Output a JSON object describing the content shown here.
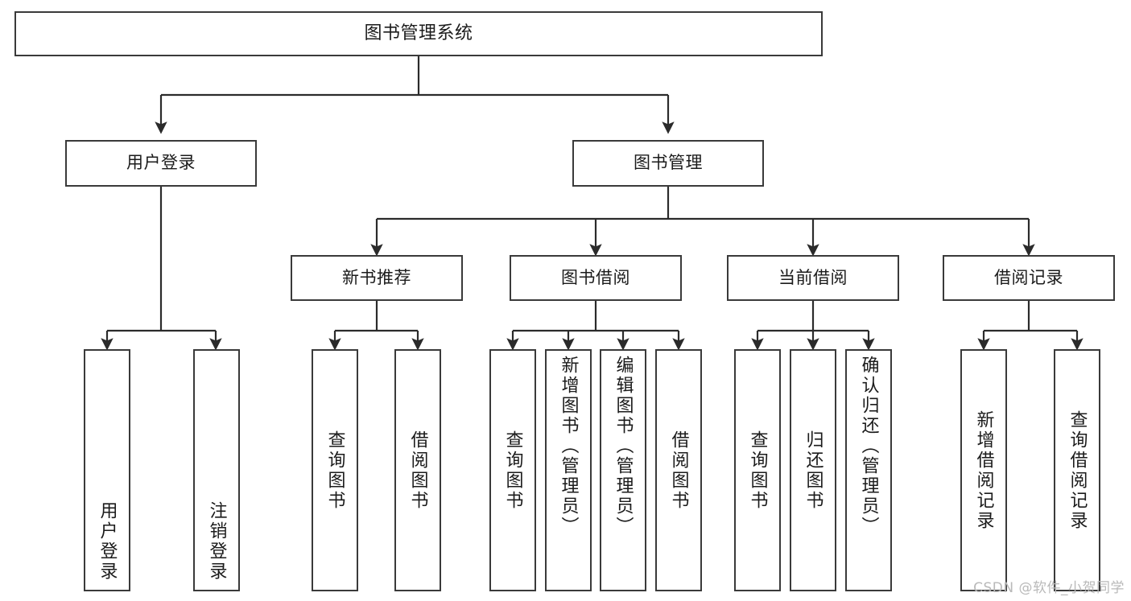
{
  "diagram": {
    "title": "图书管理系统",
    "type": "tree-hierarchy",
    "watermark": "CSDN @软件_小贺同学",
    "colors": {
      "box_border": "#3a3a3a",
      "box_fill": "#ffffff",
      "text": "#1b1b1b",
      "edge": "#2b2b2b",
      "watermark": "#b9b9b9"
    }
  },
  "nodes": {
    "root": {
      "label": "图书管理系统"
    },
    "level2": [
      {
        "label": "用户登录"
      },
      {
        "label": "图书管理"
      }
    ],
    "level3": [
      {
        "label": "新书推荐"
      },
      {
        "label": "图书借阅"
      },
      {
        "label": "当前借阅"
      },
      {
        "label": "借阅记录"
      }
    ],
    "leaves": {
      "user_login": [
        {
          "label": "用户登录"
        },
        {
          "label": "注销登录"
        }
      ],
      "new_book_recommend": [
        {
          "label": "查询图书"
        },
        {
          "label": "借阅图书"
        }
      ],
      "book_borrow": [
        {
          "label": "查询图书"
        },
        {
          "label": "新增图书（管理员）"
        },
        {
          "label": "编辑图书（管理员）"
        },
        {
          "label": "借阅图书"
        }
      ],
      "current_borrow": [
        {
          "label": "查询图书"
        },
        {
          "label": "归还图书"
        },
        {
          "label": "确认归还（管理员）"
        }
      ],
      "borrow_record": [
        {
          "label": "新增借阅记录"
        },
        {
          "label": "查询借阅记录"
        }
      ]
    }
  }
}
